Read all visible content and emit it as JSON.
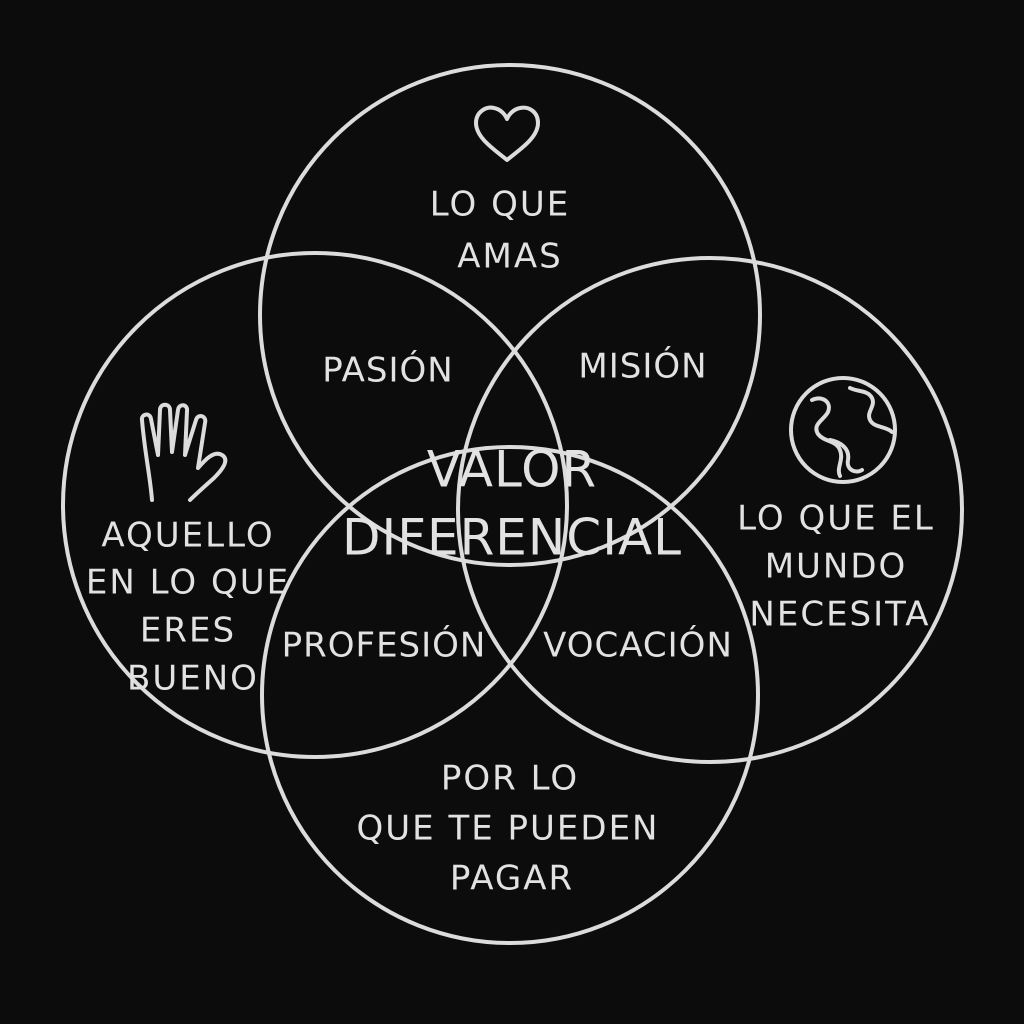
{
  "background_color": "#0c0c0c",
  "stroke_color": "#dcdcdc",
  "text_color": "#e2e2e2",
  "circles": {
    "top": {
      "icon": "heart-icon",
      "lines": [
        "LO QUE",
        "AMAS"
      ]
    },
    "left": {
      "icon": "hand-icon",
      "lines": [
        "AQUELLO",
        "EN LO QUE",
        "ERES",
        "BUENO"
      ]
    },
    "right": {
      "icon": "globe-icon",
      "lines": [
        "LO QUE EL",
        "MUNDO",
        "NECESITA"
      ]
    },
    "bottom": {
      "icon": "",
      "lines": [
        "POR LO",
        "QUE TE PUEDEN",
        "PAGAR"
      ]
    }
  },
  "intersections": {
    "top_left": "PASIÓN",
    "top_right": "MISIÓN",
    "bottom_left": "PROFESIÓN",
    "bottom_right": "VOCACIÓN"
  },
  "center": {
    "lines": [
      "VALOR",
      "DIFERENCIAL"
    ]
  }
}
